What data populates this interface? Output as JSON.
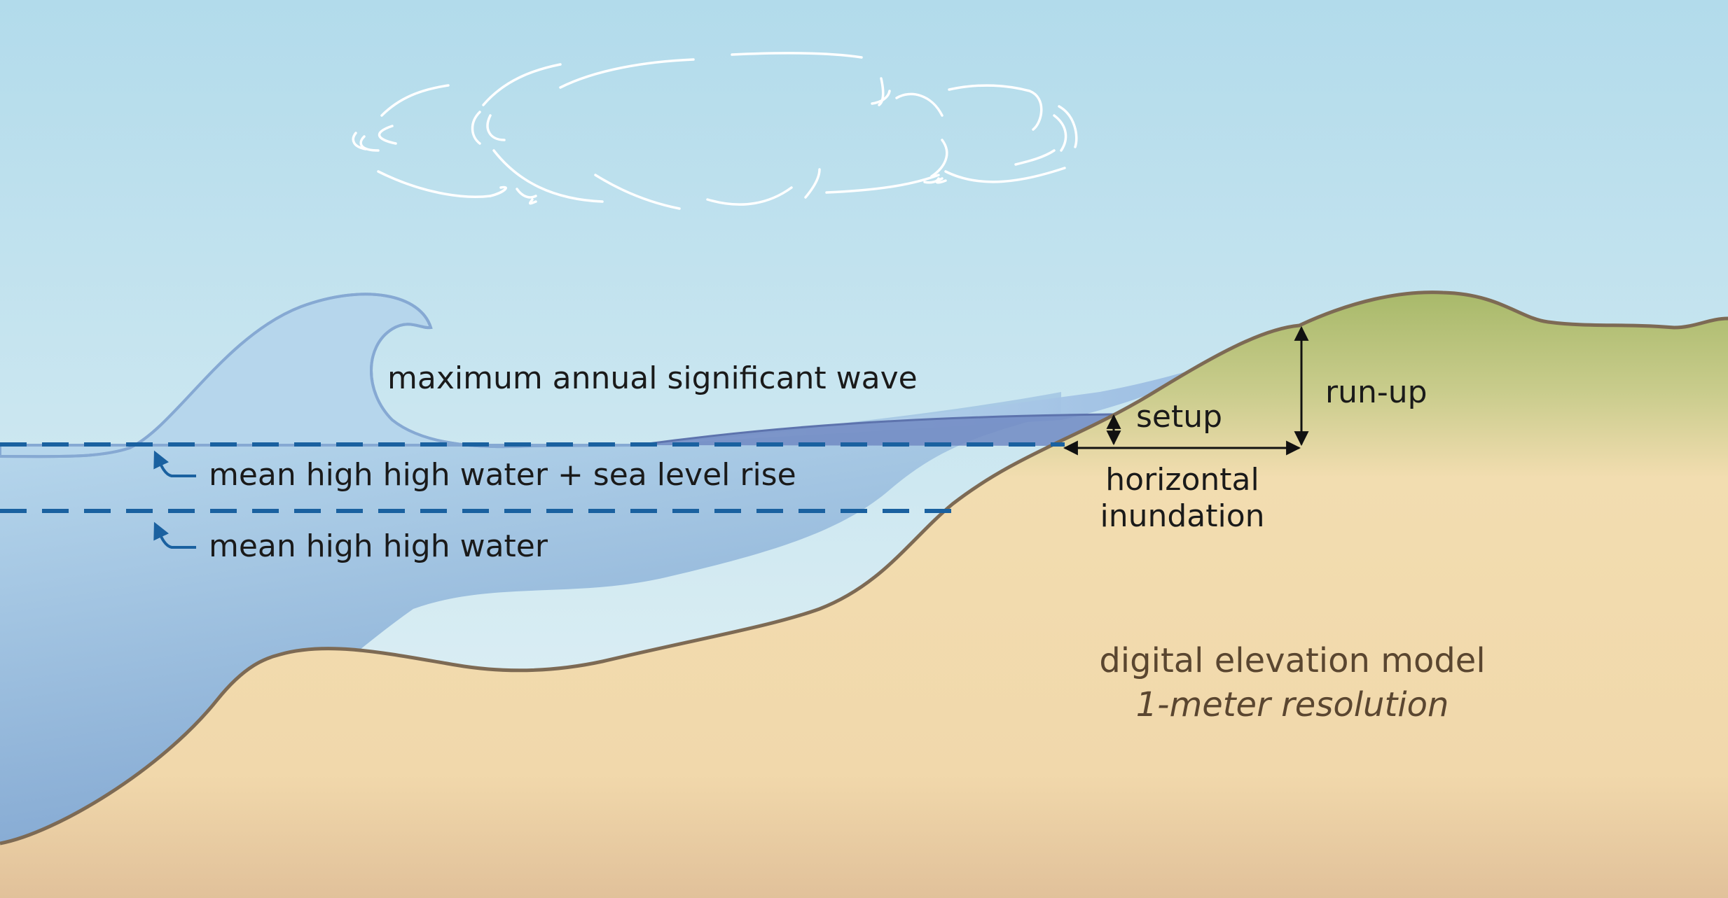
{
  "labels": {
    "wave": "maximum annual significant wave",
    "mhhw_slr": "mean high high water + sea level rise",
    "mhhw": "mean high high water",
    "setup": "setup",
    "run_up": "run-up",
    "horizontal_inundation_line1": "horizontal",
    "horizontal_inundation_line2": "inundation",
    "dem_title": "digital elevation model",
    "dem_resolution": "1-meter resolution"
  },
  "colors": {
    "sky_top": "#b2dbeb",
    "sky_bottom": "#e6f3f6",
    "water_light": "#b9d9ee",
    "water_deep": "#7fa6d1",
    "wave_outline": "#86a9d3",
    "runup_water": "#a7c3e3",
    "setup_water": "#7189c3",
    "datum_line": "#1a61a0",
    "land_top": "#a4b766",
    "land_mid": "#f2ddb0",
    "land_bottom": "#e3c49c",
    "land_outline": "#7d6a54",
    "cloud": "#ffffff"
  }
}
